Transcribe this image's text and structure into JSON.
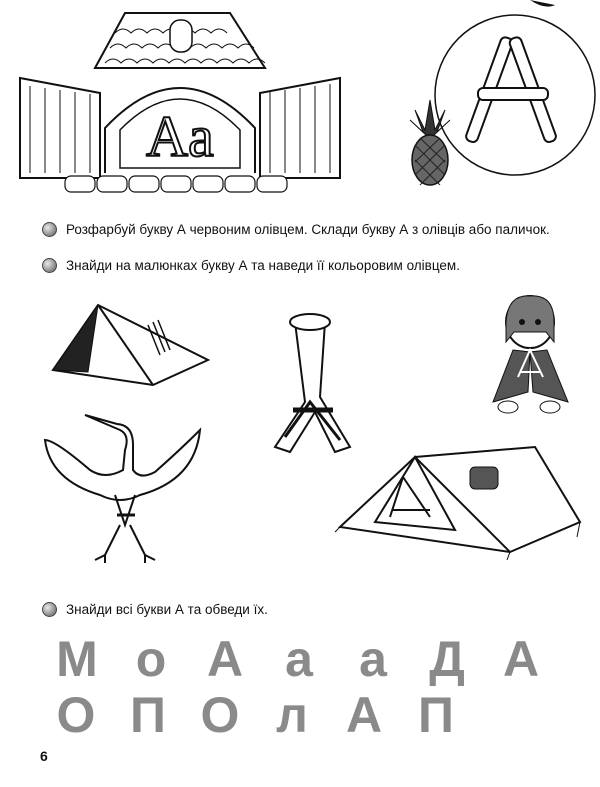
{
  "header": {
    "letter_pair": "Aa",
    "stick_letter": "A"
  },
  "tasks": [
    "Розфарбуй букву А червоним олівцем. Склади букву А з олівців або паличок.",
    "Знайди на малюнках букву А та наведи її кольоровим олівцем.",
    "Знайди всі букви А та обведи їх."
  ],
  "letters_row1": [
    "М",
    "о",
    "А",
    "а",
    "а",
    "Д",
    "А"
  ],
  "letters_row2": [
    "О",
    "П",
    "О",
    "л",
    "А",
    "П"
  ],
  "page_number": "6",
  "pictures": [
    "house-window-picture",
    "pineapple-picture",
    "tent-picture",
    "rolled-mat-picture",
    "girl-doll-picture",
    "heron-picture",
    "big-tent-picture"
  ]
}
